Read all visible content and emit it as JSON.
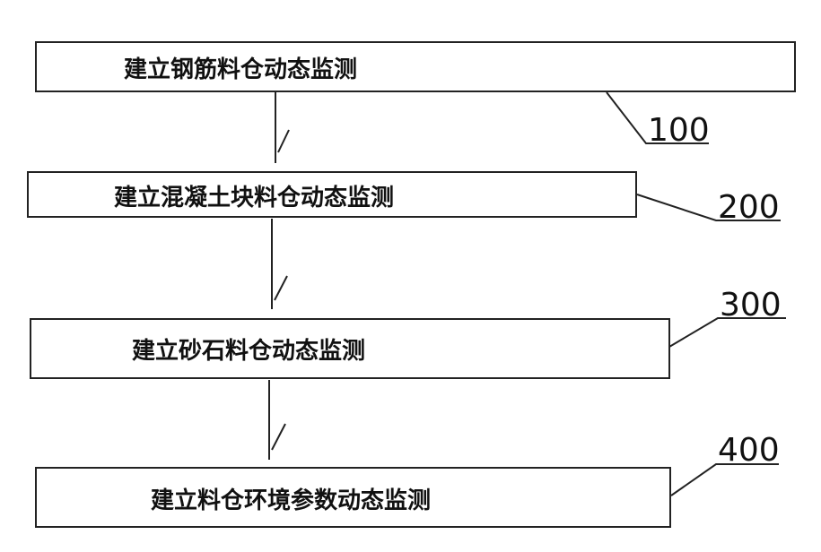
{
  "steps": [
    {
      "label": "建立钢筋料仓动态监测",
      "ref": "100"
    },
    {
      "label": "建立混凝土块料仓动态监测",
      "ref": "200"
    },
    {
      "label": "建立砂石料仓动态监测",
      "ref": "300"
    },
    {
      "label": "建立料仓环境参数动态监测",
      "ref": "400"
    }
  ],
  "colors": {
    "stroke": "#222222",
    "text": "#111111",
    "background": "#ffffff"
  }
}
